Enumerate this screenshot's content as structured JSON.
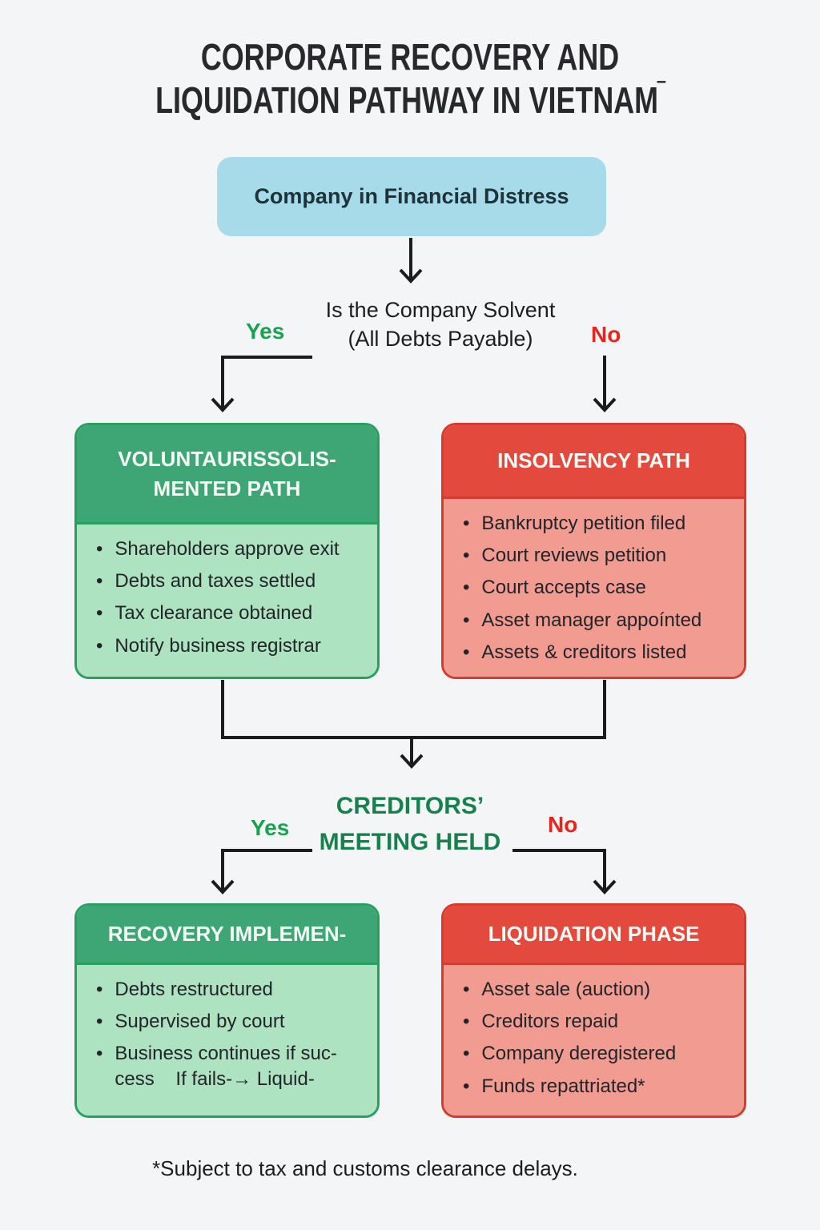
{
  "glyphs": {
    "bullet": "•"
  },
  "colors": {
    "bg": "#f3f5f6",
    "title_text": "#29282c",
    "blue_box_bg": "#a7dbe9",
    "blue_box_text": "#1d3239",
    "green_header_bg": "#3da674",
    "green_body_bg": "#aee3c2",
    "green_border": "#27a05f",
    "red_header_bg": "#e34a3d",
    "red_body_bg": "#f29b91",
    "red_border": "#d63b2d",
    "header_text": "#f4faf6",
    "body_text": "#212429",
    "yes_text": "#1aa14f",
    "no_text": "#e6251f",
    "creditors_text": "#16814d",
    "line_color": "#1c1c1c",
    "footnote_text": "#1d1d1d"
  },
  "title": {
    "text": "CORPORATE RECOVERY AND\nLIQUIDATION PATHWAY IN VIETNAM",
    "mark": "‾"
  },
  "start": {
    "label": "Company in Financial Distress"
  },
  "decision_solvency": {
    "line1": "Is the Company Solvent",
    "line2": "(All Debts Payable)",
    "yes_label": "Yes",
    "no_label": "No"
  },
  "voluntary_path": {
    "title": "VOLUNTAURISSOLIS-MENTED PATH",
    "items": [
      "Shareholders approve exit",
      "Debts and taxes settled",
      "Tax clearance obtained",
      "Notify business registrar"
    ]
  },
  "insolvency_path": {
    "title": "INSOLVENCY PATH",
    "items": [
      "Bankruptcy petition filed",
      "Court reviews petition",
      "Court accepts case",
      "Asset manager appoínted",
      "Assets & creditors listed"
    ]
  },
  "decision_creditors": {
    "title": "CREDITORS’\nMEETING HELD",
    "yes_label": "Yes",
    "no_label": "No"
  },
  "recovery_phase": {
    "title": "RECOVERY IMPLEMEN-",
    "items": [
      "Debts restructured",
      "Supervised by court",
      "Business continues if suc-\ncess    If fails-→ Liquid-"
    ]
  },
  "liquidation_phase": {
    "title": "LIQUIDATION PHASE",
    "items": [
      "Asset sale (auction)",
      "Creditors repaid",
      "Company deregistered",
      "Funds repattriated*"
    ]
  },
  "footnote": "*Subject to tax and customs clearance delays."
}
